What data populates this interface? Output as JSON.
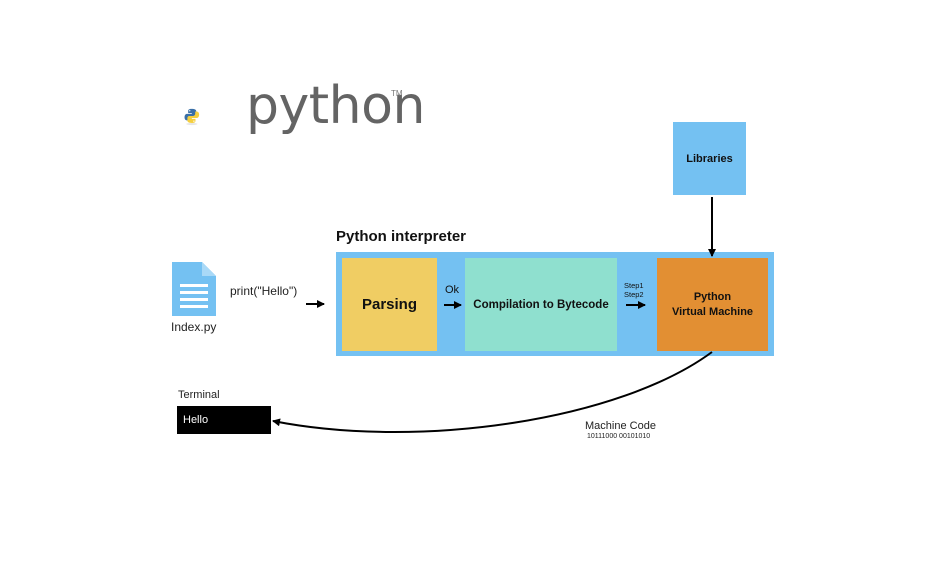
{
  "logo": {
    "wordmark": "python",
    "trademark": "TM"
  },
  "file": {
    "name": "Index.py",
    "code": "print(\"Hello\")"
  },
  "interpreter": {
    "title": "Python interpreter",
    "stages": [
      {
        "label": "Parsing",
        "color": "#f0cd63"
      },
      {
        "label": "Compilation to Bytecode",
        "color": "#8fe0cf"
      },
      {
        "label_line1": "Python",
        "label_line2": "Virtual Machine",
        "color": "#e28f33"
      }
    ],
    "container_color": "#74c1f2",
    "transition_ok": "Ok",
    "transition_steps": [
      "Step1",
      "Step2"
    ]
  },
  "libraries": {
    "label": "Libraries",
    "color": "#74c1f2"
  },
  "terminal": {
    "label": "Terminal",
    "output": "Hello"
  },
  "machine_code": {
    "label": "Machine Code",
    "bits": "10111000 00101010"
  }
}
